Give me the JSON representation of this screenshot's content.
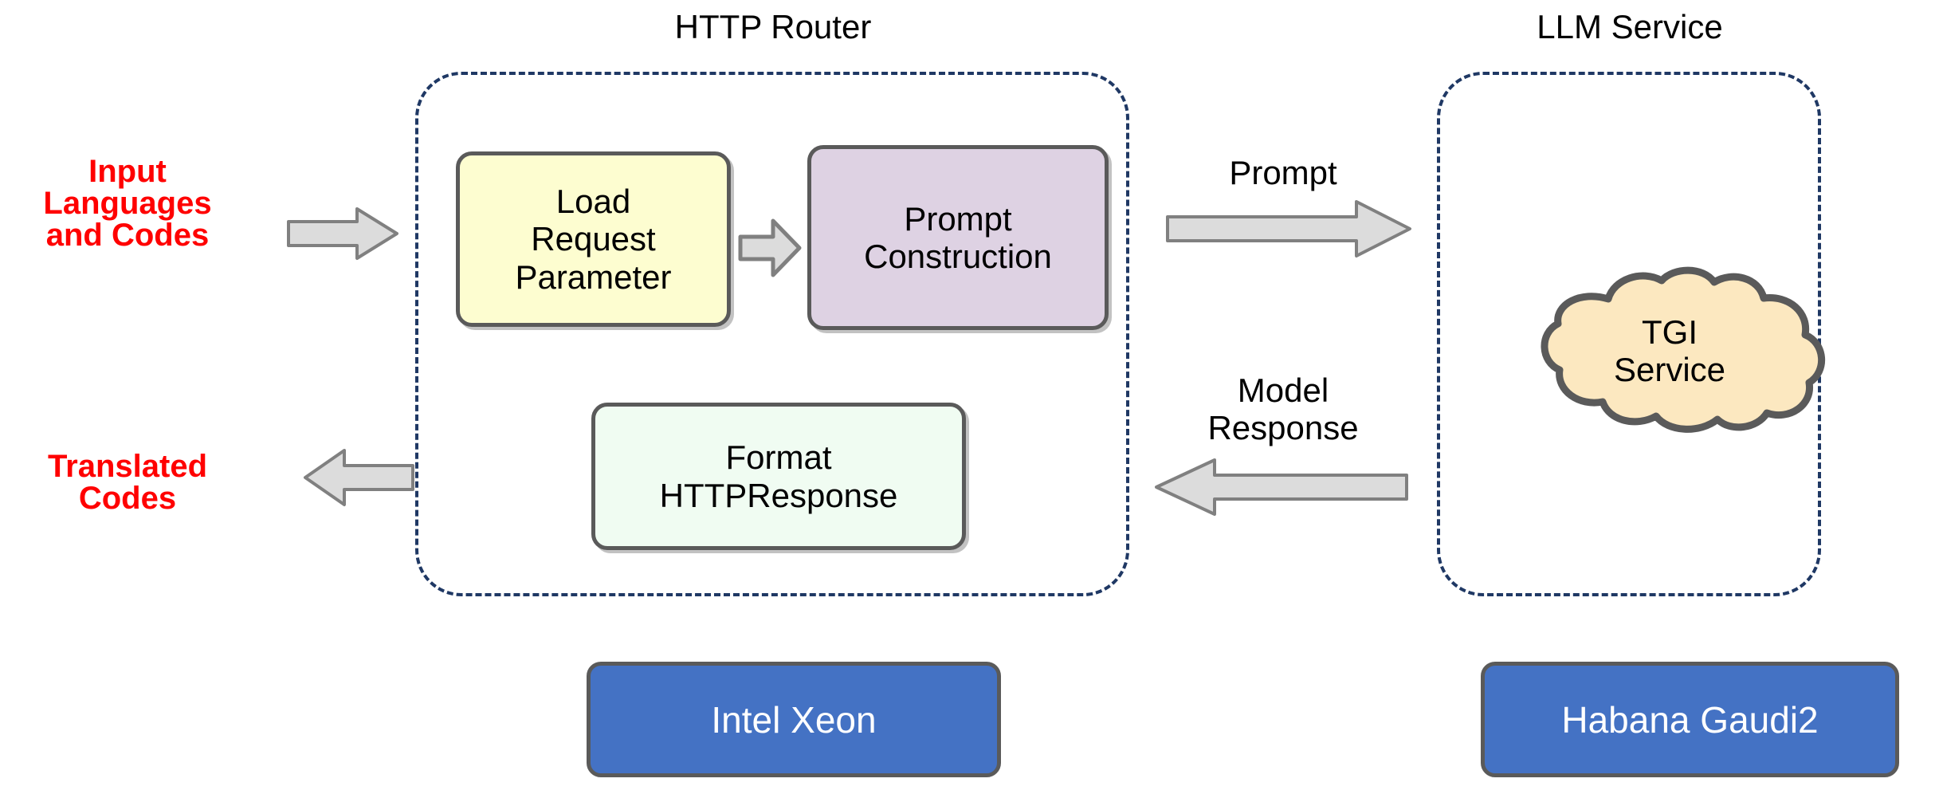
{
  "diagram": {
    "input": {
      "label": "Input\nLanguages\nand Codes",
      "arrow_name": "input-flow-arrow"
    },
    "output": {
      "label": "Translated\nCodes",
      "arrow_name": "output-flow-arrow"
    },
    "groups": [
      {
        "id": "http-router",
        "title": "HTTP Router",
        "nodes": [
          {
            "id": "load-request-parameter",
            "label": "Load\nRequest\nParameter",
            "fill": "#FDFDD0"
          },
          {
            "id": "prompt-construction",
            "label": "Prompt\nConstruction",
            "fill": "#DED2E3"
          },
          {
            "id": "format-httpresponse",
            "label": "Format\nHTTPResponse",
            "fill": "#F0FCF2"
          }
        ]
      },
      {
        "id": "llm-service",
        "title": "LLM Service",
        "nodes": [
          {
            "id": "tgi-service",
            "label": "TGI\nService",
            "fill": "#FCE8C0"
          }
        ]
      }
    ],
    "flows": [
      {
        "id": "prompt",
        "label": "Prompt",
        "direction": "right"
      },
      {
        "id": "model-response",
        "label": "Model\nResponse",
        "direction": "left"
      }
    ],
    "hardware": [
      {
        "id": "intel-xeon",
        "label": "Intel Xeon"
      },
      {
        "id": "habana-gaudi2",
        "label": "Habana Gaudi2"
      }
    ],
    "colors": {
      "accent_red": "#FF0000",
      "group_border": "#1F3864",
      "node_border": "#5A5A5A",
      "hardware_fill": "#4472C4",
      "arrow_fill": "#DCDCDC",
      "arrow_stroke": "#808080"
    }
  }
}
